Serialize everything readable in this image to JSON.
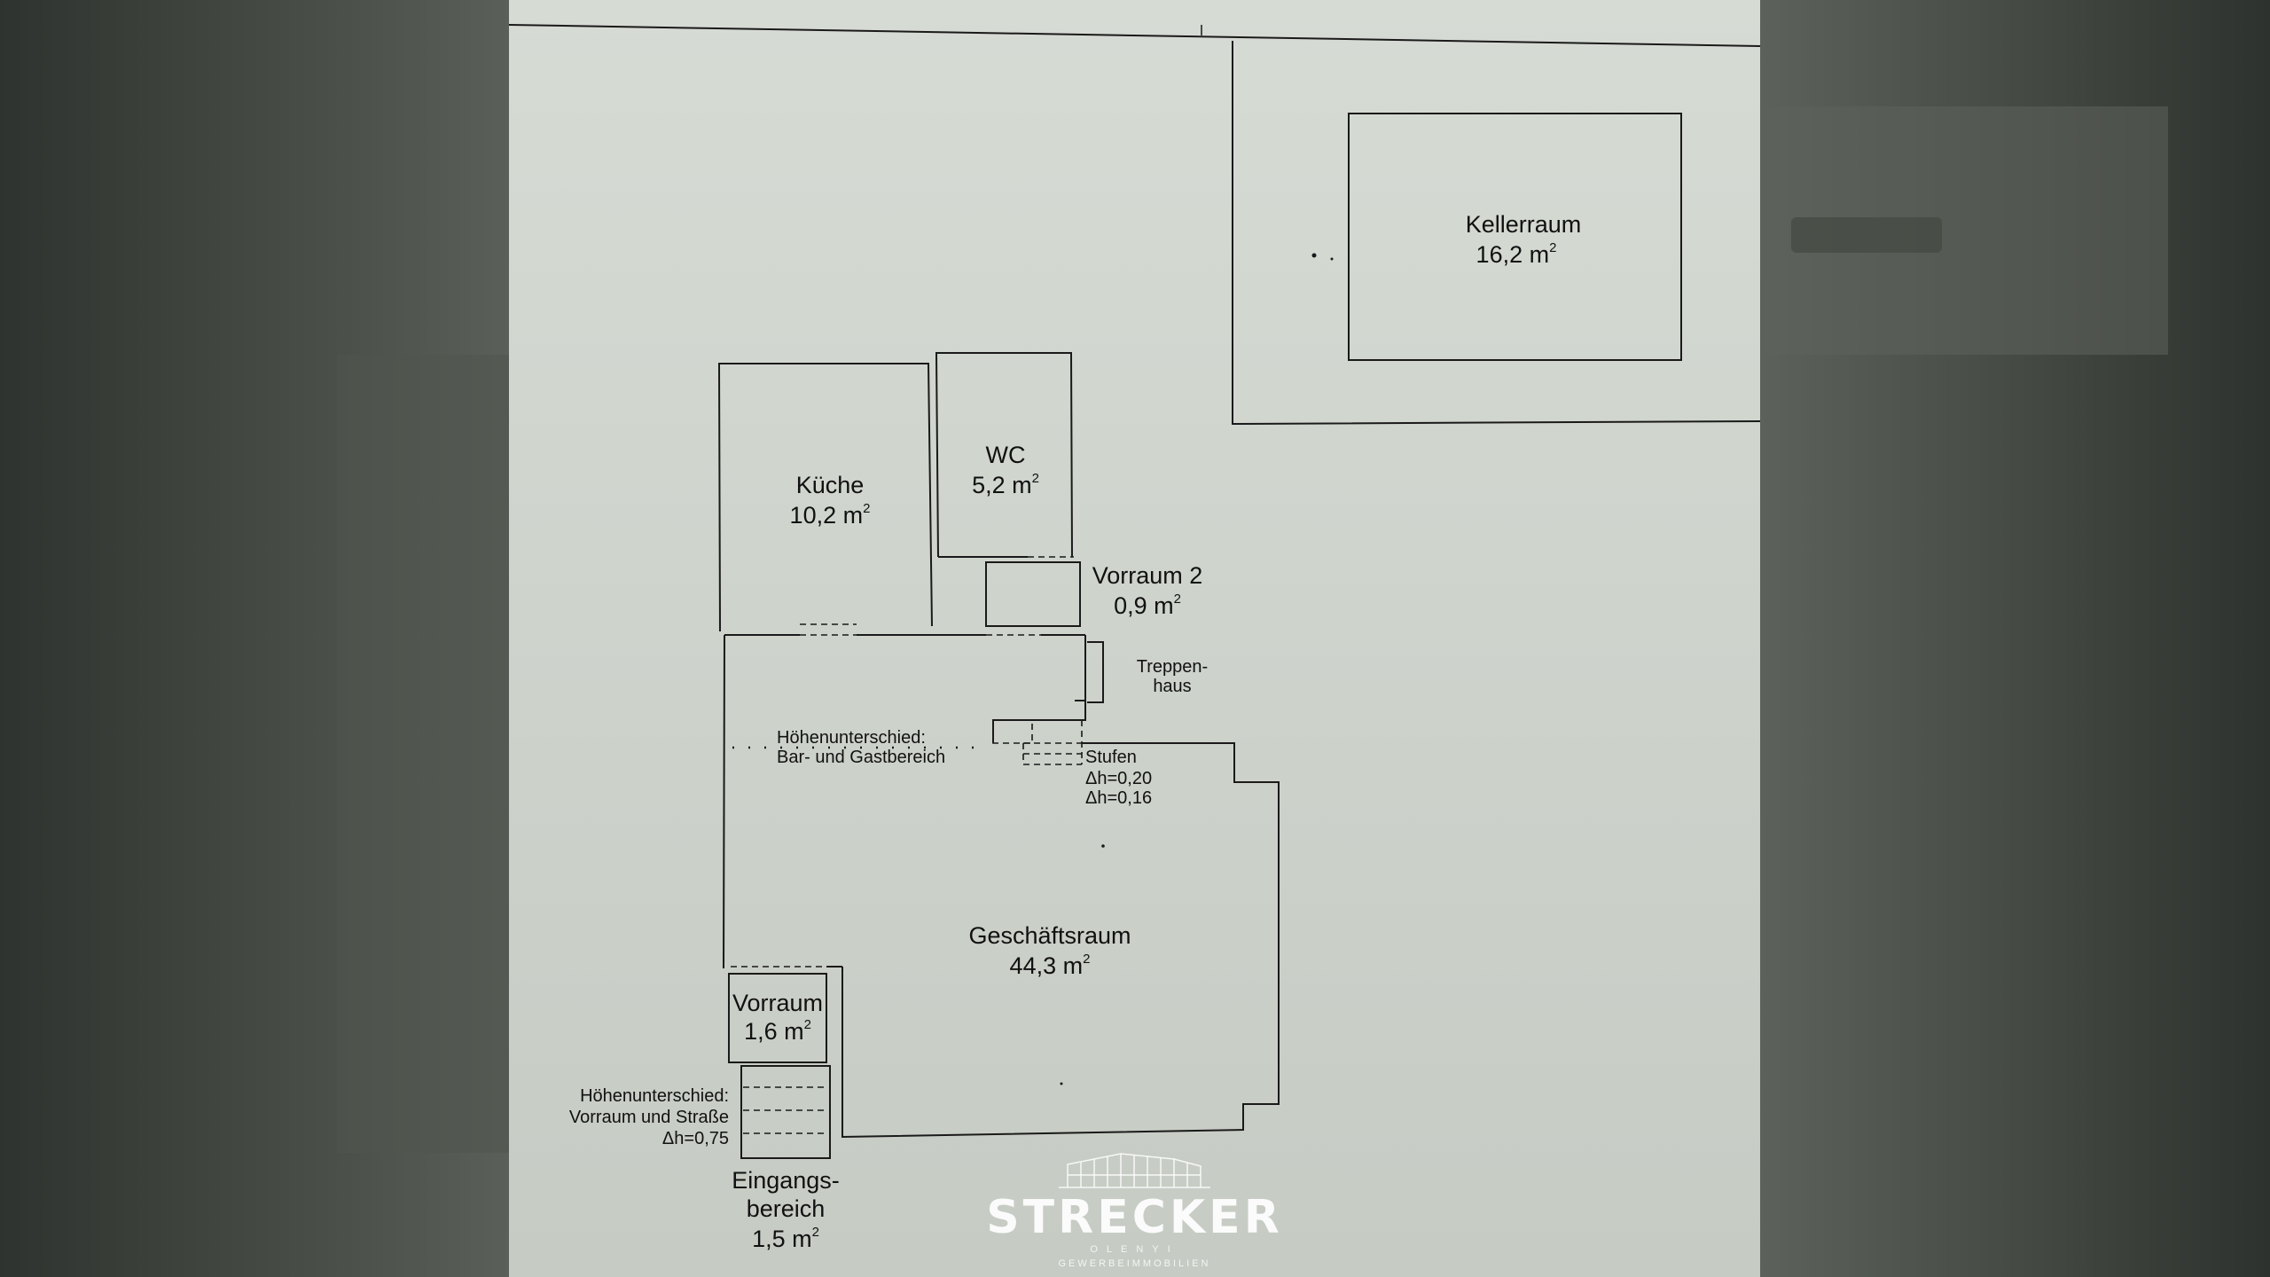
{
  "rooms": {
    "keller": {
      "name": "Kellerraum",
      "area": "16,2 m",
      "unit_sup": "2"
    },
    "kueche": {
      "name": "Küche",
      "area": "10,2 m",
      "unit_sup": "2"
    },
    "wc": {
      "name": "WC",
      "area": "5,2 m",
      "unit_sup": "2"
    },
    "vorraum2": {
      "name": "Vorraum 2",
      "area": "0,9 m",
      "unit_sup": "2"
    },
    "geschaeft": {
      "name": "Geschäftsraum",
      "area": "44,3 m",
      "unit_sup": "2"
    },
    "vorraum": {
      "name": "Vorraum",
      "area": "1,6 m",
      "unit_sup": "2"
    },
    "eingang": {
      "name_line1": "Eingangs-",
      "name_line2": "bereich",
      "area": "1,5 m",
      "unit_sup": "2"
    }
  },
  "annotations": {
    "treppenhaus": {
      "line1": "Treppen-",
      "line2": "haus"
    },
    "hoehen_bar": {
      "line1": "Höhenunterschied:",
      "line2": "Bar- und Gastbereich"
    },
    "stufen": {
      "line1": "Stufen",
      "line2": "Δh=0,20",
      "line3": "Δh=0,16"
    },
    "hoehen_strasse": {
      "line1": "Höhenunterschied:",
      "line2": "Vorraum und Straße",
      "line3": "Δh=0,75"
    }
  },
  "watermark": {
    "brand": "STRECKER",
    "sub": "OLENYI",
    "tagline": "GEWERBEIMMOBILIEN"
  },
  "colors": {
    "paper": "#d3d8d1",
    "ink": "#1a1a1a",
    "watermark": "#ffffff"
  }
}
